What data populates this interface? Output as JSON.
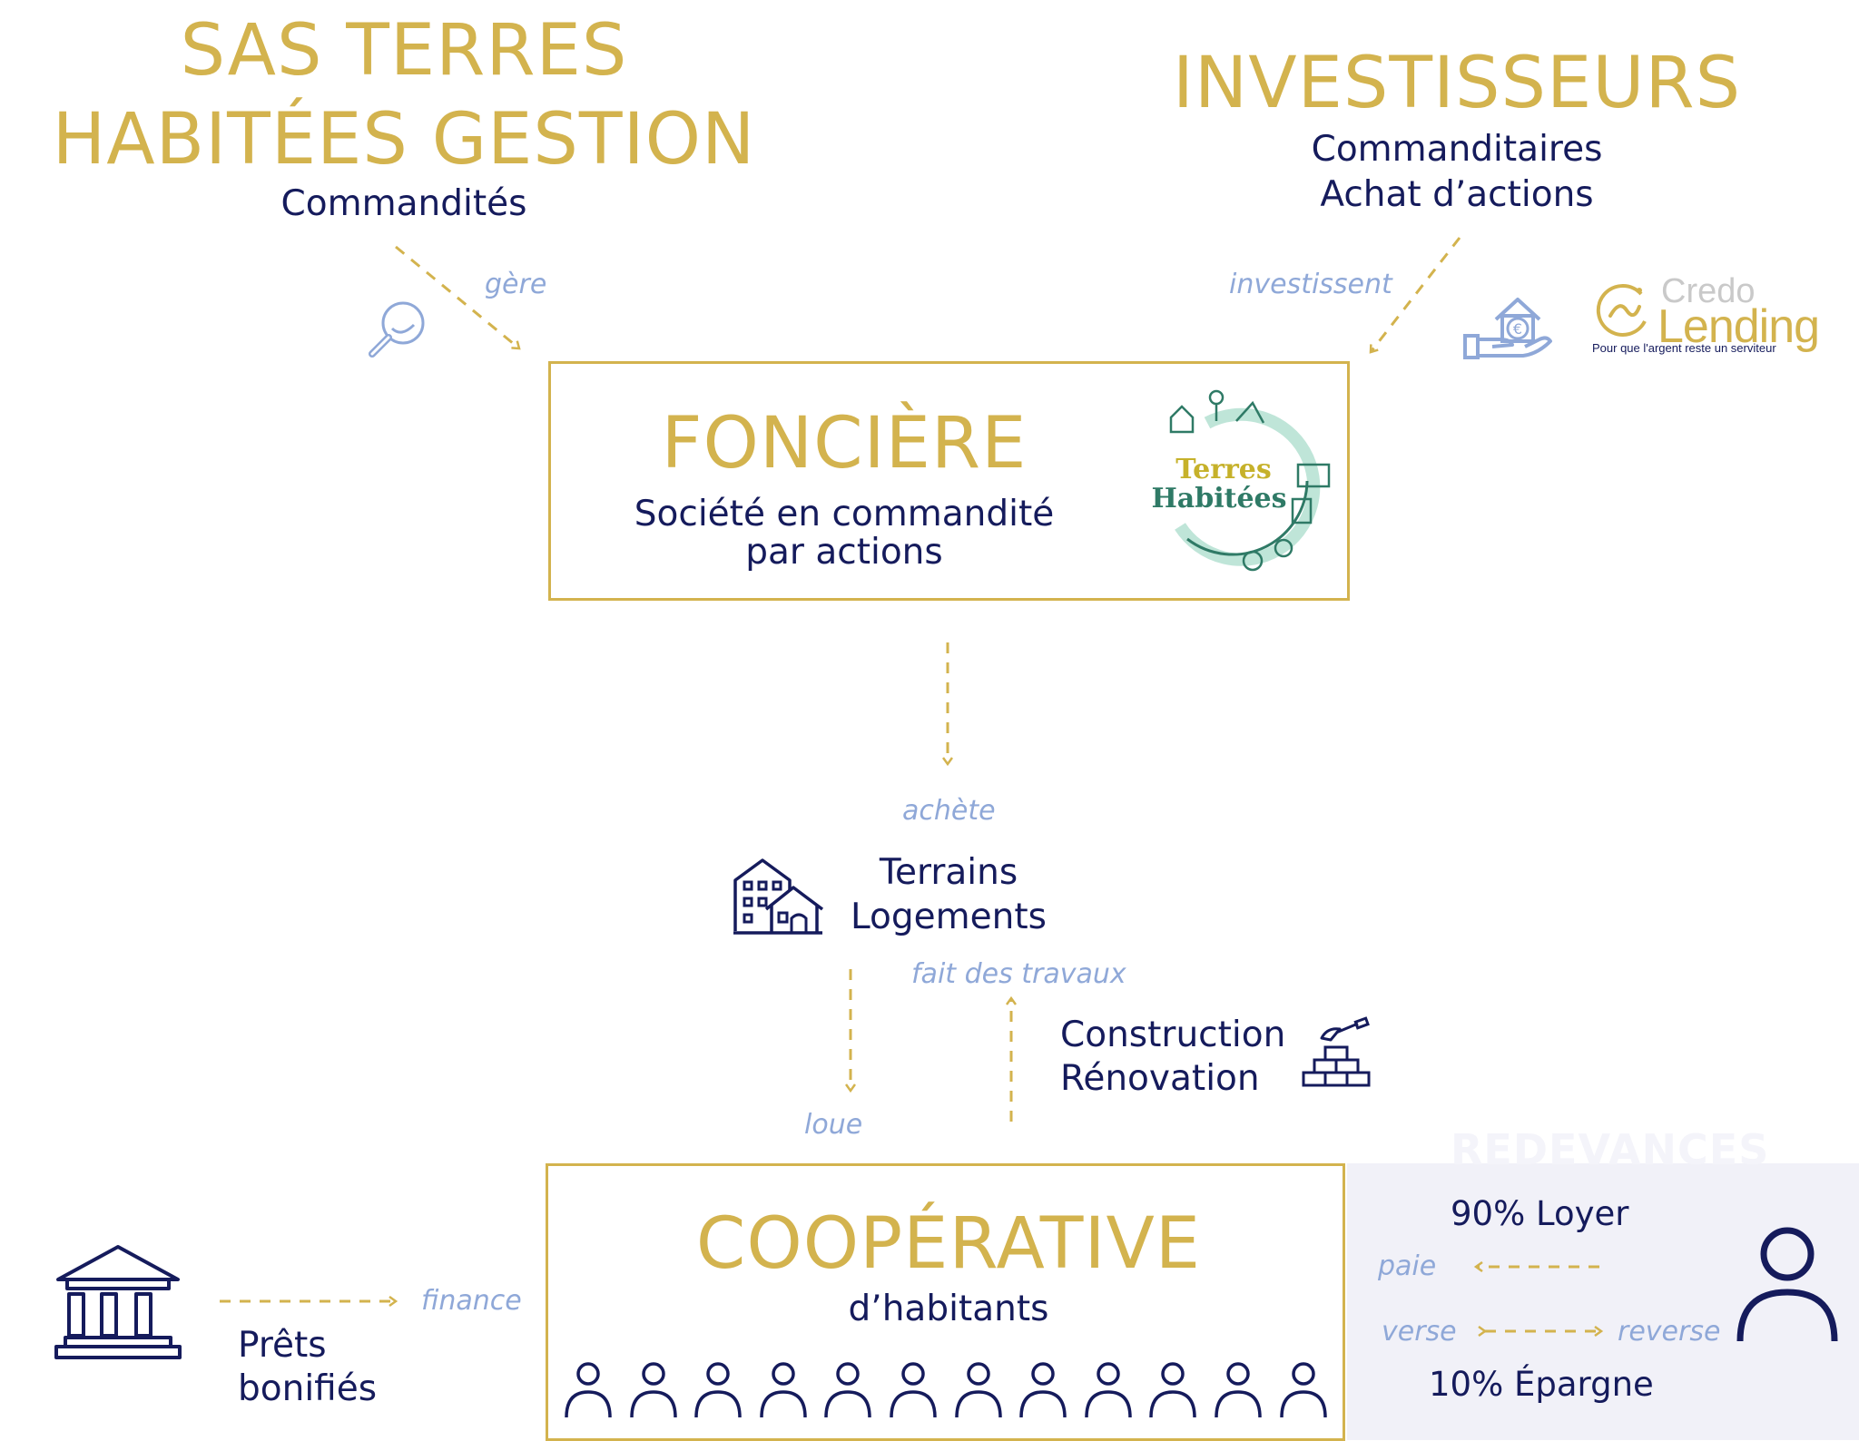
{
  "gestion": {
    "title": "SAS TERRES HABITÉES GESTION",
    "subtitle": "Commandités"
  },
  "investisseurs": {
    "title": "INVESTISSEURS",
    "line1": "Commanditaires",
    "line2": "Achat d’actions"
  },
  "credo_logo": {
    "credo": "Credo",
    "lending": "Lending",
    "tagline": "Pour que l'argent reste un serviteur"
  },
  "fonciere": {
    "title": "FONCIÈRE",
    "line1": "Société en commandité",
    "line2": "par actions",
    "logo_line1": "Terres",
    "logo_line2": "Habitées"
  },
  "verbs": {
    "gere": "gère",
    "investissent": "investissent",
    "achete": "achète",
    "fait_travaux": "fait des travaux",
    "loue": "loue",
    "finance": "finance",
    "paie": "paie",
    "verse": "verse",
    "reverse": "reverse"
  },
  "terrains": {
    "line1": "Terrains",
    "line2": "Logements"
  },
  "construction": {
    "line1": "Construction",
    "line2": "Rénovation"
  },
  "cooperative": {
    "title": "COOPÉRATIVE",
    "subtitle": "d’habitants",
    "member_count": 12
  },
  "prets": {
    "line1": "Prêts",
    "line2": "bonifiés"
  },
  "redevances": {
    "title": "REDEVANCES",
    "loyer": "90% Loyer",
    "epargne": "10% Épargne"
  },
  "colors": {
    "gold": "#d3b34e",
    "navy": "#151b5c",
    "light_blue": "#8fa8d8",
    "panel": "#f1f1f8",
    "logo_green": "#2f7a66",
    "logo_yellow": "#c6b12a"
  },
  "icons": [
    "search-icon",
    "hand-house-euro-icon",
    "buildings-icon",
    "bricks-trowel-icon",
    "bank-icon",
    "person-icon"
  ]
}
